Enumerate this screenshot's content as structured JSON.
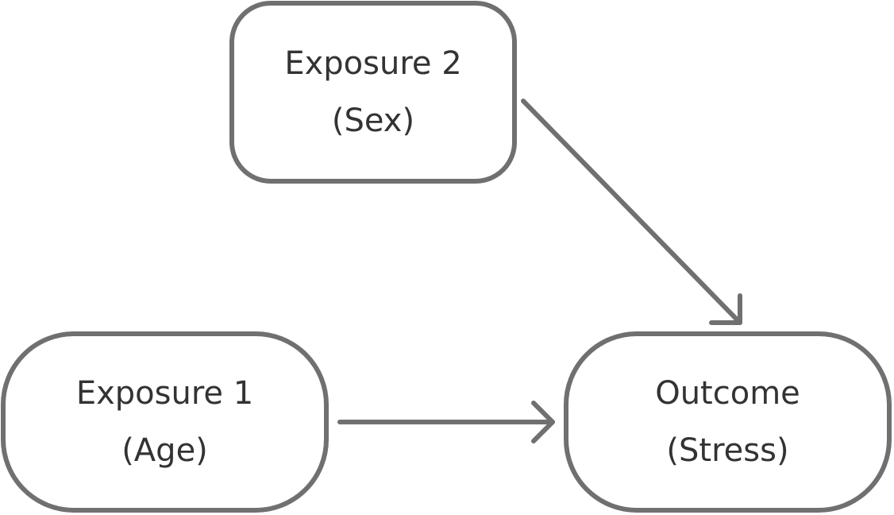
{
  "nodes": {
    "exposure2": {
      "line1": "Exposure 2",
      "line2": "(Sex)"
    },
    "exposure1": {
      "line1": "Exposure 1",
      "line2": "(Age)"
    },
    "outcome": {
      "line1": "Outcome",
      "line2": "(Stress)"
    }
  },
  "edges": [
    {
      "from": "Exposure 2 (Sex)",
      "to": "Outcome (Stress)"
    },
    {
      "from": "Exposure 1 (Age)",
      "to": "Outcome (Stress)"
    }
  ],
  "colors": {
    "stroke": "#707070",
    "text": "#333333",
    "background": "#ffffff"
  }
}
